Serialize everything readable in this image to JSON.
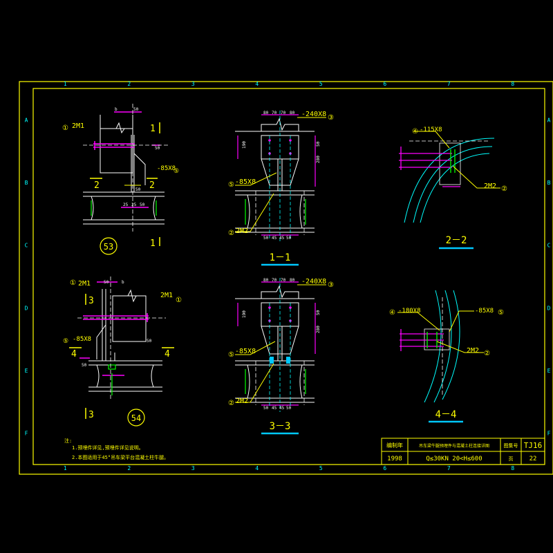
{
  "colors": {
    "background": "#000000",
    "frame": "#ffff00",
    "line": "#ffffff",
    "accent": "#ff00ff",
    "center": "#00ffff",
    "label": "#ffff00",
    "dim": "#ff0000",
    "beam": "#00ff00",
    "cyan_bar": "#00c8ff"
  },
  "grid": {
    "top_numbers": [
      "1",
      "2",
      "3",
      "4",
      "5",
      "6",
      "7",
      "8"
    ],
    "side_letters": [
      "A",
      "B",
      "C",
      "D",
      "E",
      "F"
    ]
  },
  "detail_53": {
    "marker": "53",
    "callout": "2M1",
    "callout_num": "①",
    "section_top": "1",
    "section_bottom": "1",
    "section_side": "2",
    "section_side_r": "2",
    "plate_label": "-85X8",
    "plate_num": "⑤",
    "dims": [
      "b",
      "50",
      "50",
      "50",
      "25",
      "25",
      "50"
    ]
  },
  "detail_54": {
    "marker": "54",
    "callout_left": "2M1",
    "callout_right": "2M1",
    "callout_num_l": "①",
    "callout_num_r": "①",
    "section_top": "3",
    "section_bottom": "3",
    "section_side": "4",
    "section_side_r": "4",
    "plate_label": "-85X8",
    "plate_num": "⑤",
    "dims": [
      "50",
      "b",
      "50",
      "50"
    ]
  },
  "section_1_1": {
    "title": "1－1",
    "top_plate": "-240X8",
    "top_num": "③",
    "side_plate": "-85X8",
    "side_num": "⑤",
    "anchor": "2M2",
    "anchor_num": "②",
    "top_dims": [
      "80",
      "70",
      "70",
      "80"
    ],
    "bottom_dims": [
      "50",
      "45",
      "45",
      "50"
    ],
    "side_dims": [
      "190",
      "50",
      "280"
    ]
  },
  "section_3_3": {
    "title": "3－3",
    "top_plate": "-240X8",
    "top_num": "③",
    "side_plate": "-85X8",
    "side_num": "⑤",
    "anchor": "2M2",
    "anchor_num": "②",
    "top_dims": [
      "80",
      "70",
      "70",
      "80"
    ],
    "bottom_dims": [
      "50",
      "45",
      "45",
      "50"
    ],
    "side_dims": [
      "190",
      "50",
      "280"
    ]
  },
  "section_2_2": {
    "title": "2－2",
    "plate": "-115X8",
    "plate_num": "④",
    "anchor": "2M2",
    "anchor_num": "②"
  },
  "section_4_4": {
    "title": "4－4",
    "plate": "-180X8",
    "plate_num": "④",
    "side_plate": "-85X8",
    "side_num": "⑤",
    "anchor": "2M2",
    "anchor_num": "②"
  },
  "notes": {
    "heading": "注:",
    "line1": "1.预埋件详见,预埋件详见说明。",
    "line2": "2.本图适用于45°吊车梁平台混凝土柱牛腿。"
  },
  "title_block": {
    "label_left": "编制年",
    "year": "1998",
    "title": "吊车梁牛腿预埋件与混凝土柱连接详图",
    "spec": "Q≤30KN   20<H≤600",
    "label_code": "图集号",
    "code": "TJ16",
    "label_page": "页",
    "page": "22"
  }
}
